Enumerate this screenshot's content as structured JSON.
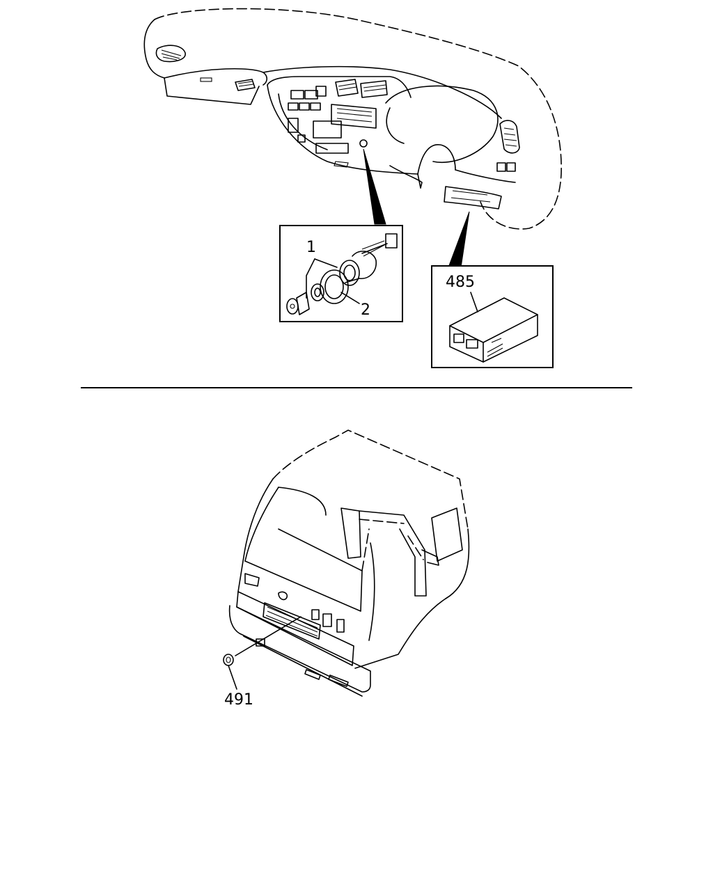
{
  "callouts": {
    "part_1": "1",
    "part_2": "2",
    "part_485": "485",
    "part_491": "491"
  },
  "icons": {
    "dashboard": "instrument-panel-drawing",
    "switch_assembly": "switch-assembly-drawing",
    "control_unit": "control-unit-drawing",
    "truck_cab": "truck-cab-drawing",
    "plug": "grommet-plug-drawing"
  },
  "colors": {
    "line": "#000000",
    "background": "#ffffff"
  }
}
